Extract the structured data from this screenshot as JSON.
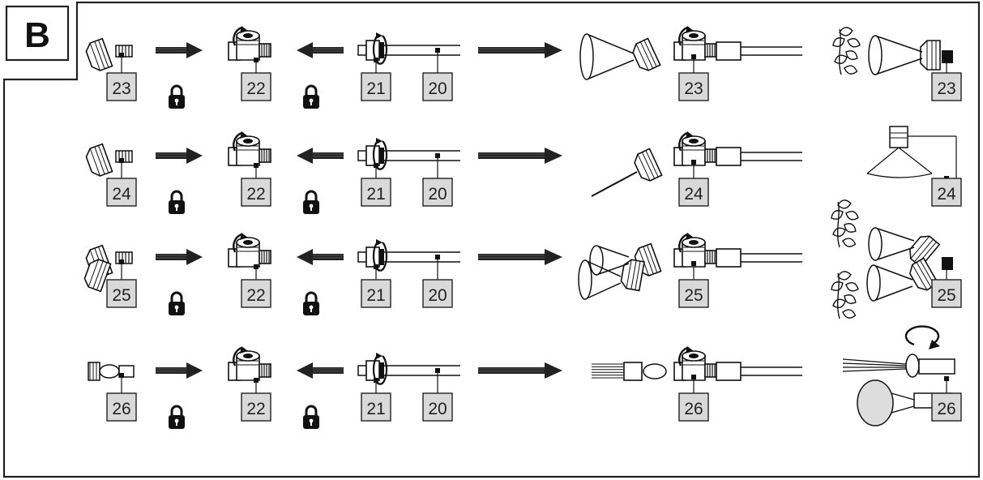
{
  "section_letter": "B",
  "rows": [
    {
      "attachment": "23",
      "valve": "22",
      "lance_tip": "21",
      "lance": "20",
      "result": "23",
      "usage": "23",
      "usage_icons": [
        "plant-icon",
        "cone-nozzle-icon"
      ]
    },
    {
      "attachment": "24",
      "valve": "22",
      "lance_tip": "21",
      "lance": "20",
      "result": "24",
      "usage": "24",
      "usage_icons": [
        "spray-pattern-icon"
      ]
    },
    {
      "attachment": "25",
      "valve": "22",
      "lance_tip": "21",
      "lance": "20",
      "result": "25",
      "usage": "25",
      "usage_icons": [
        "plant-icon",
        "double-cone-nozzle-icon"
      ]
    },
    {
      "attachment": "26",
      "valve": "22",
      "lance_tip": "21",
      "lance": "20",
      "result": "26",
      "usage": "26",
      "usage_icons": [
        "rotation-arrow-icon",
        "flat-jet-nozzle-icon",
        "shower-nozzle-icon"
      ]
    }
  ],
  "icons": {
    "lock": "lock-icon",
    "push": "right-arrow-icon",
    "pull": "left-arrow-icon",
    "rotate": "rotate-icon"
  },
  "colors": {
    "line": "#1a1a1a",
    "label_fill": "#d9d9d9",
    "frame": "#222222"
  }
}
